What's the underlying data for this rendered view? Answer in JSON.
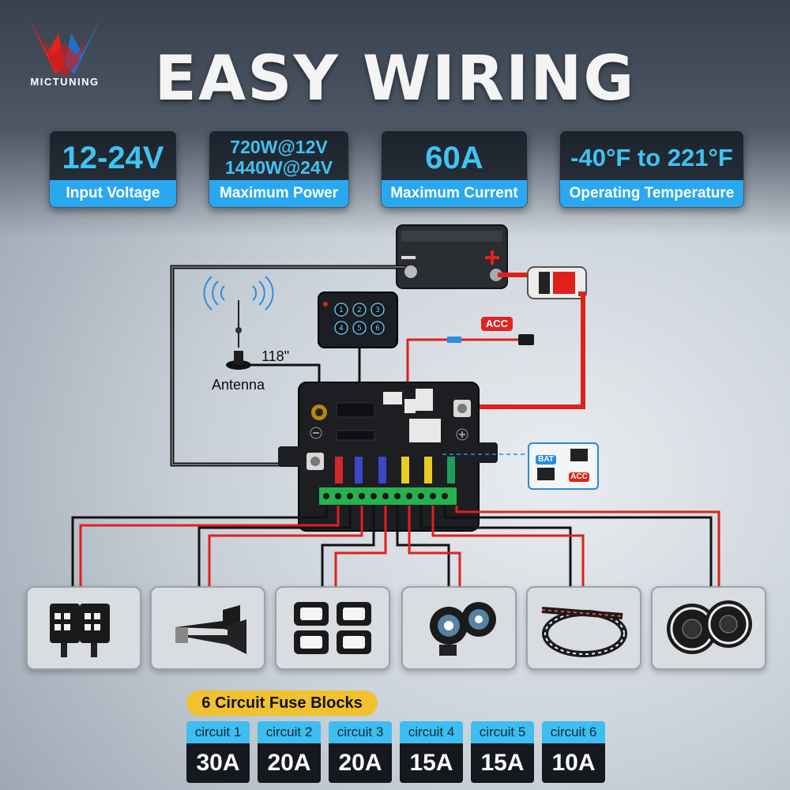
{
  "brand": {
    "logo_text": "MICTUNING",
    "colors": {
      "red": "#e2231a",
      "blue": "#1f6fd1"
    }
  },
  "title": "EASY WIRING",
  "specs": [
    {
      "value": "12-24V",
      "label": "Input Voltage"
    },
    {
      "value_line1": "720W@12V",
      "value_line2": "1440W@24V",
      "label": "Maximum Power"
    },
    {
      "value": "60A",
      "label": "Maximum Current"
    },
    {
      "value": "-40°F to 221°F",
      "label": "Operating Temperature"
    }
  ],
  "diagram": {
    "antenna_length": "118\"",
    "antenna_label": "Antenna",
    "acc_label": "ACC",
    "switch_labels": {
      "bat": "BAT",
      "acc": "ACC"
    },
    "switch_panel_buttons": [
      "1",
      "2",
      "3",
      "4",
      "5",
      "6"
    ],
    "battery_icons": {
      "negative": "minus-icon",
      "positive": "plus-icon"
    },
    "wire_colors": {
      "positive": "#e0201b",
      "ground": "#111111"
    }
  },
  "accessories": [
    {
      "icon": "led-pod-lights-icon"
    },
    {
      "icon": "air-horn-icon"
    },
    {
      "icon": "rock-lights-icon"
    },
    {
      "icon": "fog-lights-icon"
    },
    {
      "icon": "led-strip-icon"
    },
    {
      "icon": "round-headlights-icon"
    }
  ],
  "fuse_section": {
    "title": "6 Circuit Fuse Blocks",
    "circuits": [
      {
        "name": "circuit 1",
        "amps": "30A"
      },
      {
        "name": "circuit 2",
        "amps": "20A"
      },
      {
        "name": "circuit 3",
        "amps": "20A"
      },
      {
        "name": "circuit 4",
        "amps": "15A"
      },
      {
        "name": "circuit 5",
        "amps": "15A"
      },
      {
        "name": "circuit 6",
        "amps": "10A"
      }
    ]
  }
}
